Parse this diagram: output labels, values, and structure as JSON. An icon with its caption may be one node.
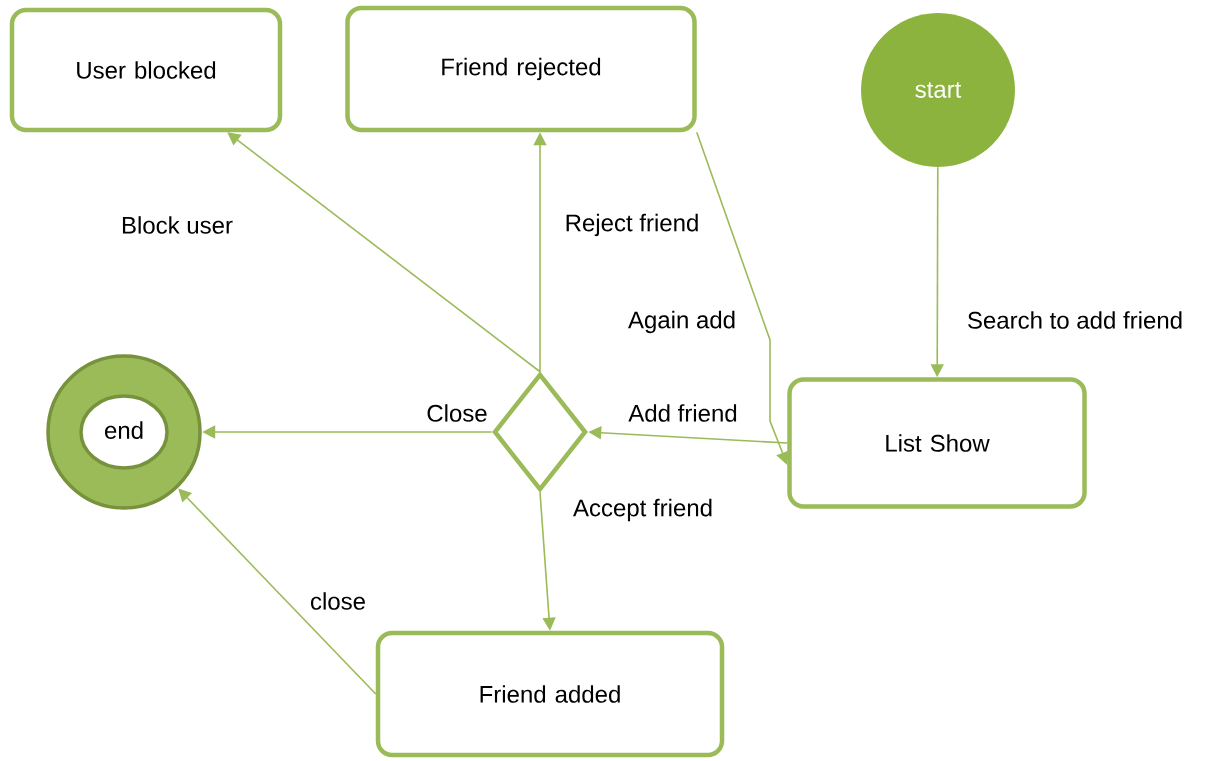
{
  "diagram": {
    "nodes": [
      {
        "text": [
          "User blocked"
        ]
      },
      {
        "text": [
          "Friend rejected"
        ]
      },
      {
        "text": [
          "start"
        ]
      },
      {
        "text": [
          "end"
        ]
      },
      {
        "text": [],
        "shape": "diamond"
      },
      {
        "text": [
          "List Show"
        ]
      },
      {
        "text": [
          "Friend added"
        ]
      }
    ],
    "edges": [
      {
        "from": 2,
        "to": 5,
        "arrow": "to",
        "label": "Search to add friend"
      },
      {
        "from": 5,
        "to": 4,
        "arrow": "to",
        "label": "Add friend"
      },
      {
        "from": 4,
        "to": 0,
        "arrow": "to",
        "label": "Block user"
      },
      {
        "from": 4,
        "to": 1,
        "arrow": "to",
        "label": "Reject friend"
      },
      {
        "from": 1,
        "to": 5,
        "arrow": "to",
        "label": "Again add"
      },
      {
        "from": 4,
        "to": 3,
        "arrow": "to",
        "label": "Close"
      },
      {
        "from": 4,
        "to": 6,
        "arrow": "to",
        "label": "Accept friend"
      },
      {
        "from": 6,
        "to": 3,
        "arrow": "to",
        "label": "close"
      }
    ]
  }
}
